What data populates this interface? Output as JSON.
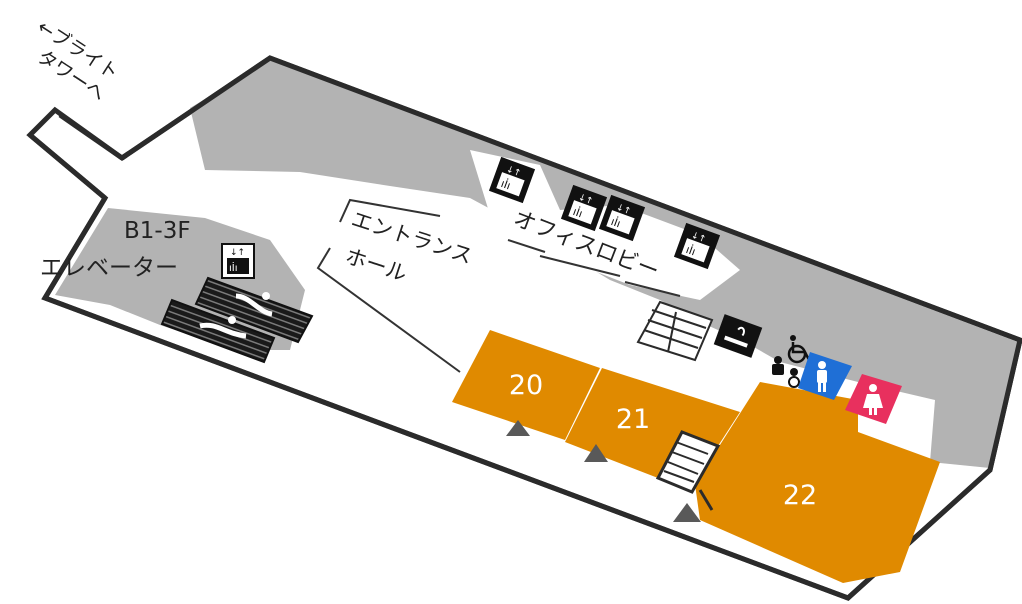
{
  "map": {
    "direction_label_line1": "←ブライト",
    "direction_label_line2": "タワーへ",
    "elevator_label_line1": "B1-3F",
    "elevator_label_line2": "エレベーター",
    "entrance_label_line1": "エントランス",
    "entrance_label_line2": "ホール",
    "office_lobby_label": "オフィスロビー",
    "units": [
      {
        "number": "20"
      },
      {
        "number": "21"
      },
      {
        "number": "22"
      }
    ],
    "icons": [
      "elevator-icon",
      "escalator-icon",
      "stairs-icon",
      "smoking-area-icon",
      "wheelchair-icon",
      "baby-care-icon",
      "mens-restroom-icon",
      "womens-restroom-icon",
      "entrance-arrow-icon"
    ],
    "colors": {
      "shop": "#E08A00",
      "corridor": "#B3B3B3",
      "floor": "#FFFFFF",
      "outline": "#2b2b2b",
      "mens_restroom": "#1F6FD6",
      "womens_restroom": "#E8305E",
      "entrance_marker": "#595959"
    }
  }
}
